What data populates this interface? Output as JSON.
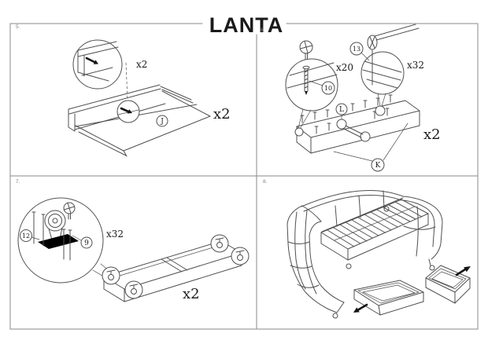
{
  "title": "LANTA",
  "colors": {
    "line": "#4f4f4f",
    "border": "#8a8a8a",
    "label": "#1a1a1a",
    "arrow": "#141414"
  },
  "steps": {
    "step5": {
      "number": "5.",
      "detail_qty": "x2",
      "part": "J",
      "qty": "x2"
    },
    "step6": {
      "number": "6.",
      "screw_part": "10",
      "screw_qty": "x20",
      "cam_part": "13",
      "cam_qty": "x32",
      "crossbar_part": "L",
      "frame_part": "K",
      "qty": "x2"
    },
    "step7": {
      "number": "7.",
      "bolt_part": "9",
      "caster_part": "12",
      "hardware_qty": "x32",
      "qty": "x2"
    },
    "step8": {
      "number": "8."
    }
  }
}
